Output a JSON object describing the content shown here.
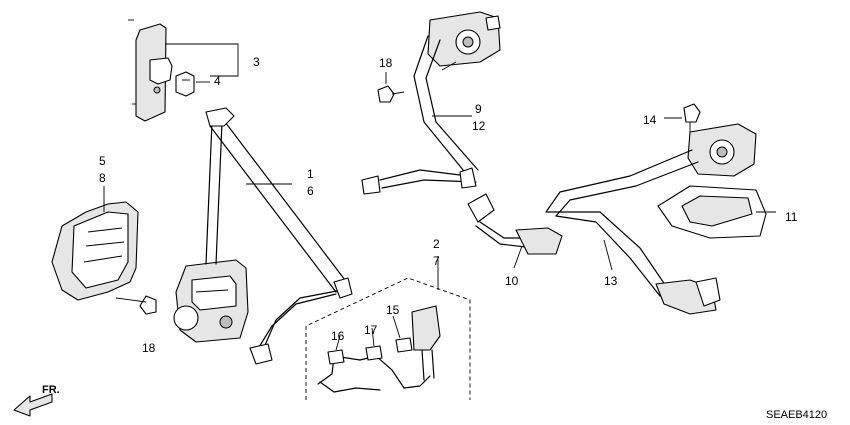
{
  "diagram": {
    "labels": {
      "l1": "1",
      "l2": "2",
      "l3": "3",
      "l4": "4",
      "l5": "5",
      "l6": "6",
      "l7": "7",
      "l8": "8",
      "l9": "9",
      "l10": "10",
      "l11": "11",
      "l12": "12",
      "l13": "13",
      "l14": "14",
      "l15": "15",
      "l16": "16",
      "l17": "17",
      "l18a": "18",
      "l18b": "18"
    },
    "direction": "FR.",
    "code": "SEAEB4120"
  }
}
